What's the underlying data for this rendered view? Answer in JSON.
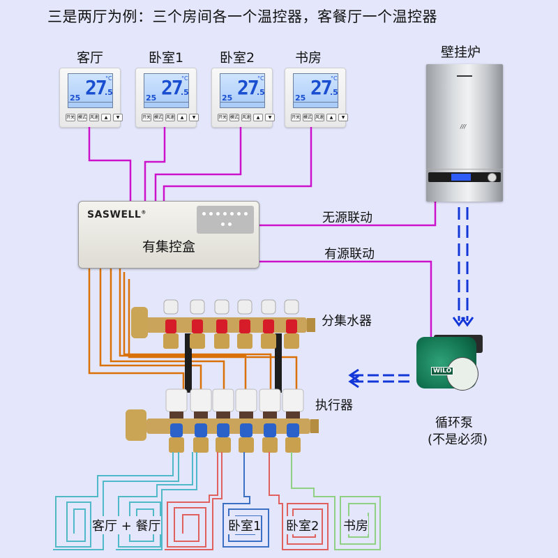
{
  "title": "三是两厅为例：三个房间各一个温控器，客餐厅一个温控器",
  "thermostats": [
    {
      "label": "客厅",
      "temp": "27",
      "decimal": ".5",
      "unit": "°C",
      "set": "25"
    },
    {
      "label": "卧室1",
      "temp": "27",
      "decimal": ".5",
      "unit": "°C",
      "set": "25"
    },
    {
      "label": "卧室2",
      "temp": "27",
      "decimal": ".5",
      "unit": "°C",
      "set": "25"
    },
    {
      "label": "书房",
      "temp": "27",
      "decimal": ".5",
      "unit": "°C",
      "set": "25"
    }
  ],
  "thermostat_buttons": [
    "开关",
    "模式",
    "风速",
    "▲",
    "▼"
  ],
  "boiler": {
    "label": "壁挂炉"
  },
  "control_box": {
    "brand": "SASWELL",
    "brand_mark": "®",
    "name": "有集控盒"
  },
  "links": {
    "passive": "无源联动",
    "active": "有源联动"
  },
  "manifold": {
    "label": "分集水器"
  },
  "actuator": {
    "label": "执行器"
  },
  "pump": {
    "label": "循环泵",
    "note": "(不是必须)",
    "brand": "WILO"
  },
  "floor_zones": [
    {
      "label": "客厅 + 餐厅",
      "color": "#4fb8c9"
    },
    {
      "label": "卧室1",
      "color": "#3a6fc4"
    },
    {
      "label": "卧室2",
      "color": "#e06060"
    },
    {
      "label": "书房",
      "color": "#8fd083"
    }
  ],
  "colors": {
    "background": "#e4e7fb",
    "signal_wire": "#cc11cc",
    "actuator_wire": "#d97008",
    "flow_arrow": "#1236d8"
  }
}
